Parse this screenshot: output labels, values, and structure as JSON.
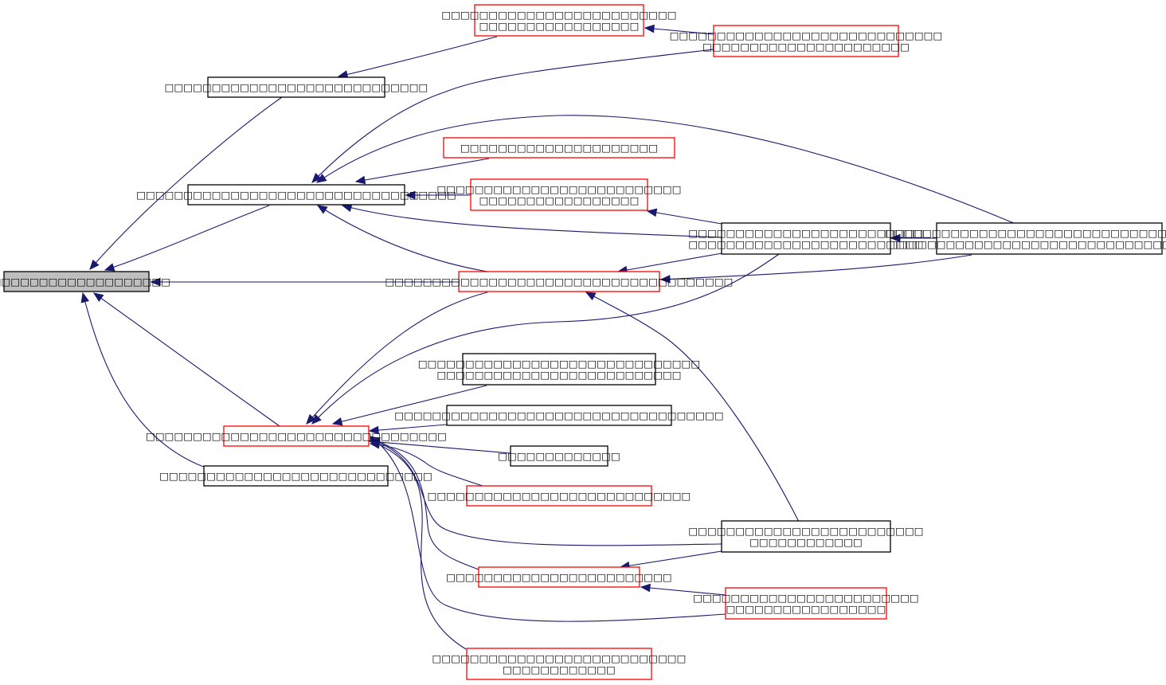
{
  "colors": {
    "edge": "#191970",
    "border_documented": "#000000",
    "border_undocumented": "#ff0000",
    "focus_fill": "#bfbfbf",
    "node_fill": "#ffffff",
    "background": "#ffffff"
  },
  "nodes": [
    {
      "id": "n0",
      "lines": [
        "□□□□□□□□□□□□□□□□□□□□"
      ],
      "border": "black",
      "focus": true
    },
    {
      "id": "n1",
      "lines": [
        "□□□□□□□□□□□□□□□□□□□□□□□□□□□□"
      ],
      "border": "black"
    },
    {
      "id": "n2",
      "lines": [
        "□□□□□□□□□□□□□□□□□□□□□□□□□□□□□□□□□□"
      ],
      "border": "black"
    },
    {
      "id": "n3",
      "lines": [
        "□□□□□□□□□□□□□□□□□□□□□"
      ],
      "border": "red"
    },
    {
      "id": "n4",
      "lines": [
        "□□□□□□□□□□□□□□□□□□□□□□□□□□□□□"
      ],
      "border": "black"
    },
    {
      "id": "n5",
      "lines": [
        "□□□□□□□□□□□□□□□□□□□□□□□□□",
        "□□□□□□□□□□□□□□□□□"
      ],
      "border": "red"
    },
    {
      "id": "n6",
      "lines": [
        "□□□□□□□□□□□□□□□□□□□□□□□□□□□□□",
        "□□□□□□□□□□□□□□□□□□□□□□"
      ],
      "border": "red"
    },
    {
      "id": "n7",
      "lines": [
        "□□□□□□□□□□□□□□□□□□□□□□□□□□□□□□□□□□□□□"
      ],
      "border": "red"
    },
    {
      "id": "n8",
      "lines": [
        "□□□□□□□□□□□□□□□□□□□□□□□□□□",
        "□□□□□□□□□□□□□□□□□"
      ],
      "border": "red"
    },
    {
      "id": "n9",
      "lines": [
        "□□□□□□□□□□□□□□□□□□□□□□□□□",
        "□□□□□□□□□□□□□□□□□□□□□□□□□"
      ],
      "border": "black"
    },
    {
      "id": "n10",
      "lines": [
        "□□□□□□□□□□□□□□□□□□□□□□□□□□□□□□□□□□□",
        "□□□□□□□□□□□□□□□□□□□□□□□□□□□□□□□□□□"
      ],
      "border": "black"
    },
    {
      "id": "n11",
      "lines": [
        "□□□□□□□□□□□□□□□□□□□□□□□□□□□□□□□□"
      ],
      "border": "red"
    },
    {
      "id": "n12",
      "lines": [
        "□□□□□□□□□□□□□□□□□□□□□□□□□□□□□□",
        "□□□□□□□□□□□□□□□□□□□□□□□□□□"
      ],
      "border": "black"
    },
    {
      "id": "n13",
      "lines": [
        "□□□□□□□□□□□□□□□□□□□□□□□□□□□□□□□□□□□"
      ],
      "border": "black"
    },
    {
      "id": "n14",
      "lines": [
        "□□□□□□□□□□□□□"
      ],
      "border": "black"
    },
    {
      "id": "n15",
      "lines": [
        "□□□□□□□□□□□□□□□□□□□□□□□□□□□□"
      ],
      "border": "red"
    },
    {
      "id": "n16",
      "lines": [
        "□□□□□□□□□□□□□□□□□□□□□□□□□",
        "□□□□□□□□□□□□"
      ],
      "border": "black"
    },
    {
      "id": "n17",
      "lines": [
        "□□□□□□□□□□□□□□□□□□□□□□□□"
      ],
      "border": "red"
    },
    {
      "id": "n18",
      "lines": [
        "□□□□□□□□□□□□□□□□□□□□□□□□",
        "□□□□□□□□□□□□□□□□□"
      ],
      "border": "red"
    },
    {
      "id": "n19",
      "lines": [
        "□□□□□□□□□□□□□□□□□□□□□□□□□□□",
        "□□□□□□□□□□□□"
      ],
      "border": "red"
    }
  ],
  "edges": [
    {
      "from": "n1",
      "to": "n0"
    },
    {
      "from": "n2",
      "to": "n0"
    },
    {
      "from": "n7",
      "to": "n0"
    },
    {
      "from": "n11",
      "to": "n0"
    },
    {
      "from": "n4",
      "to": "n0"
    },
    {
      "from": "n5",
      "to": "n1"
    },
    {
      "from": "n6",
      "to": "n5"
    },
    {
      "from": "n6",
      "to": "n2"
    },
    {
      "from": "n10",
      "to": "n2"
    },
    {
      "from": "n3",
      "to": "n2"
    },
    {
      "from": "n8",
      "to": "n2"
    },
    {
      "from": "n9",
      "to": "n2"
    },
    {
      "from": "n7",
      "to": "n2"
    },
    {
      "from": "n9",
      "to": "n8"
    },
    {
      "from": "n10",
      "to": "n9"
    },
    {
      "from": "n9",
      "to": "n7"
    },
    {
      "from": "n10",
      "to": "n7"
    },
    {
      "from": "n16",
      "to": "n7"
    },
    {
      "from": "n7",
      "to": "n11"
    },
    {
      "from": "n9",
      "to": "n11"
    },
    {
      "from": "n12",
      "to": "n11"
    },
    {
      "from": "n13",
      "to": "n11"
    },
    {
      "from": "n14",
      "to": "n11"
    },
    {
      "from": "n15",
      "to": "n11"
    },
    {
      "from": "n16",
      "to": "n11"
    },
    {
      "from": "n17",
      "to": "n11"
    },
    {
      "from": "n18",
      "to": "n11"
    },
    {
      "from": "n19",
      "to": "n11"
    },
    {
      "from": "n16",
      "to": "n17"
    },
    {
      "from": "n18",
      "to": "n17"
    }
  ]
}
